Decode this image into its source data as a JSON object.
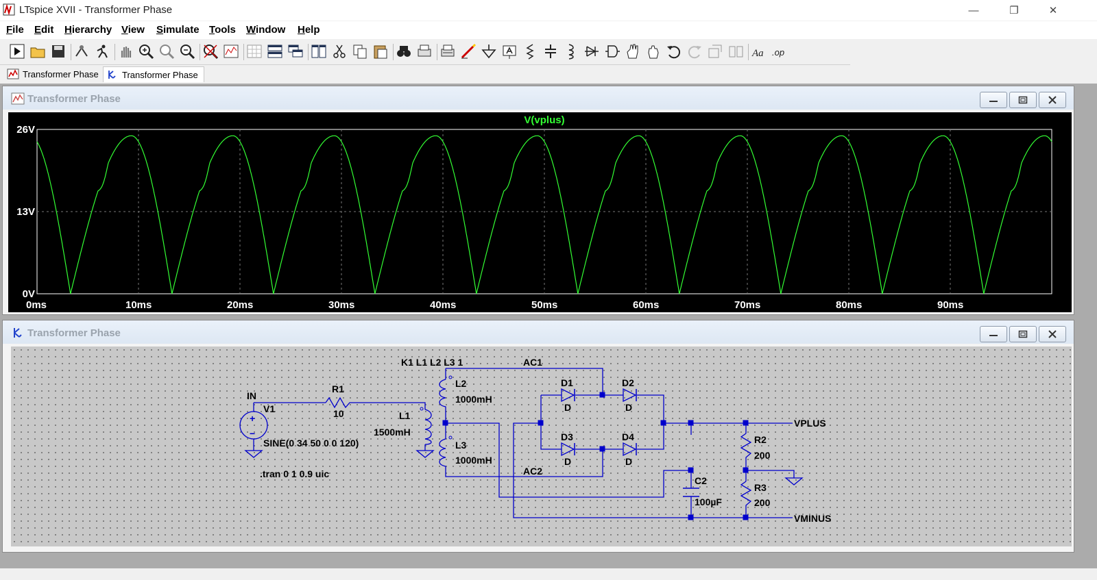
{
  "window": {
    "title": "LTspice XVII - Transformer Phase",
    "minimize": "—",
    "maximize": "❐",
    "close": "✕"
  },
  "menu": [
    "File",
    "Edit",
    "Hierarchy",
    "View",
    "Simulate",
    "Tools",
    "Window",
    "Help"
  ],
  "toolbar_icons": [
    "run-icon",
    "open-icon",
    "save-icon",
    "control-panel-icon",
    "run-sim-icon",
    "halt-icon",
    "zoom-in-icon",
    "zoom-fit-icon",
    "zoom-out-icon",
    "zoom-cancel-icon",
    "autorange-icon",
    "grid-icon",
    "tile-horizontal-icon",
    "cascade-icon",
    "tile-vertical-icon",
    "cut-icon",
    "copy-icon",
    "paste-icon",
    "find-icon",
    "print-icon",
    "print-preview-icon",
    "wire-icon",
    "ground-icon",
    "label-net-icon",
    "resistor-icon",
    "capacitor-icon",
    "inductor-icon",
    "diode-icon",
    "component-icon",
    "move-icon",
    "drag-icon",
    "undo-icon",
    "redo-icon",
    "rotate-icon",
    "mirror-icon",
    "text-icon",
    "spice-directive-icon"
  ],
  "toolbar_text": {
    "text": "Aa",
    "op": ".op"
  },
  "tabs": [
    {
      "label": "Transformer Phase",
      "icon": "waveform-icon"
    },
    {
      "label": "Transformer Phase",
      "icon": "schematic-icon"
    }
  ],
  "waveform_window": {
    "title": "Transformer Phase"
  },
  "schematic_window": {
    "title": "Transformer Phase"
  },
  "chart_data": {
    "type": "line",
    "title": "V(vplus)",
    "series": [
      {
        "name": "V(vplus)",
        "color": "#33ff33",
        "period_ms": 10,
        "first_min_ms": 3.3,
        "peak_v": 25,
        "min_v": 0
      }
    ],
    "x_ticks": [
      "0ms",
      "10ms",
      "20ms",
      "30ms",
      "40ms",
      "50ms",
      "60ms",
      "70ms",
      "80ms",
      "90ms"
    ],
    "y_ticks": [
      "26V",
      "13V",
      "0V"
    ],
    "xlim": [
      0,
      100
    ],
    "ylim": [
      0,
      26
    ],
    "grid": true,
    "background": "#000000",
    "axis_color": "#ffffff"
  },
  "schematic": {
    "labels": {
      "coupling": "K1 L1 L2 L3 1",
      "ac1": "AC1",
      "ac2": "AC2",
      "in": "IN",
      "v1_name": "V1",
      "v1_value": "SINE(0 34 50 0 0 120)",
      "r1_name": "R1",
      "r1_value": "10",
      "l1_name": "L1",
      "l1_value": "1500mH",
      "l2_name": "L2",
      "l2_value": "1000mH",
      "l3_name": "L3",
      "l3_value": "1000mH",
      "d1_name": "D1",
      "d1_model": "D",
      "d2_name": "D2",
      "d2_model": "D",
      "d3_name": "D3",
      "d3_model": "D",
      "d4_name": "D4",
      "d4_model": "D",
      "vplus": "VPLUS",
      "vminus": "VMINUS",
      "r2_name": "R2",
      "r2_value": "200",
      "r3_name": "R3",
      "r3_value": "200",
      "c2_name": "C2",
      "c2_value": "100µF",
      "tran": ".tran 0 1 0.9 uic"
    },
    "colors": {
      "wire": "#0000cc",
      "text": "#000000",
      "background": "#c8c8c8"
    }
  }
}
